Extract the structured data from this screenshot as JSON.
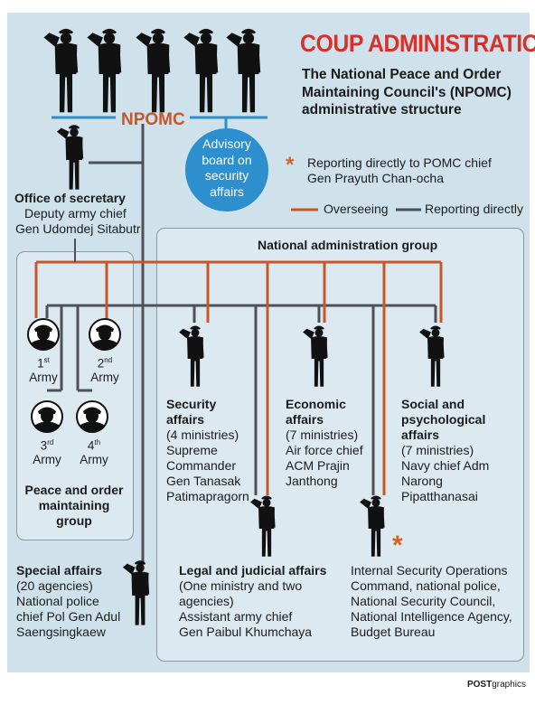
{
  "title": "COUP ADMINISTRATION",
  "subtitle_line1": "The National Peace and Order",
  "subtitle_line2": "Maintaining Council's (NPOMC)",
  "subtitle_line3": "administrative structure",
  "npomc": "NPOMC",
  "advisory": {
    "line1": "Advisory",
    "line2": "board on",
    "line3": "security",
    "line4": "affairs"
  },
  "legend": {
    "asterisk": "*",
    "reporting_line1": "Reporting directly to POMC chief",
    "reporting_line2": "Gen Prayuth Chan-ocha",
    "overseeing": "Overseeing",
    "reporting_directly": "Reporting directly"
  },
  "colors": {
    "overseeing": "#c9562a",
    "reporting": "#4d5158",
    "accent": "#d6322b",
    "advisory": "#2e8fcf"
  },
  "secretary": {
    "title": "Office of secretary",
    "line1": "Deputy army chief",
    "line2": "Gen Udomdej Sitabutr"
  },
  "national_group": "National administration group",
  "armies": [
    {
      "num": "1",
      "suffix": "st",
      "word": "Army"
    },
    {
      "num": "2",
      "suffix": "nd",
      "word": "Army"
    },
    {
      "num": "3",
      "suffix": "rd",
      "word": "Army"
    },
    {
      "num": "4",
      "suffix": "th",
      "word": "Army"
    }
  ],
  "peace_group": {
    "line1": "Peace and order",
    "line2": "maintaining",
    "line3": "group"
  },
  "security": {
    "title1": "Security",
    "title2": "affairs",
    "l1": "(4 ministries)",
    "l2": "Supreme",
    "l3": "Commander",
    "l4": "Gen Tanasak",
    "l5": "Patimapragorn"
  },
  "economic": {
    "title1": "Economic",
    "title2": "affairs",
    "l1": "(7 ministries)",
    "l2": "Air force chief",
    "l3": "ACM Prajin",
    "l4": "Janthong"
  },
  "social": {
    "title1": "Social and",
    "title2": "psychological",
    "title3": "affairs",
    "l1": "(7 ministries)",
    "l2": "Navy chief Adm",
    "l3": "Narong",
    "l4": "Pipatthanasai"
  },
  "special": {
    "title": "Special affairs",
    "l1": "(20 agencies)",
    "l2": "National police",
    "l3": "chief Pol Gen Adul",
    "l4": "Saengsingkaew"
  },
  "legal": {
    "title": "Legal and judicial affairs",
    "l1": "(One ministry and two",
    "l2": "agencies)",
    "l3": "Assistant army chief",
    "l4": "Gen Paibul Khumchaya"
  },
  "internal": {
    "l1": "Internal Security Operations",
    "l2": "Command, national police,",
    "l3": "National Security Council,",
    "l4": "National  Intelligence Agency,",
    "l5": "Budget Bureau"
  },
  "footer": {
    "bold": "POST",
    "light": "graphics"
  }
}
